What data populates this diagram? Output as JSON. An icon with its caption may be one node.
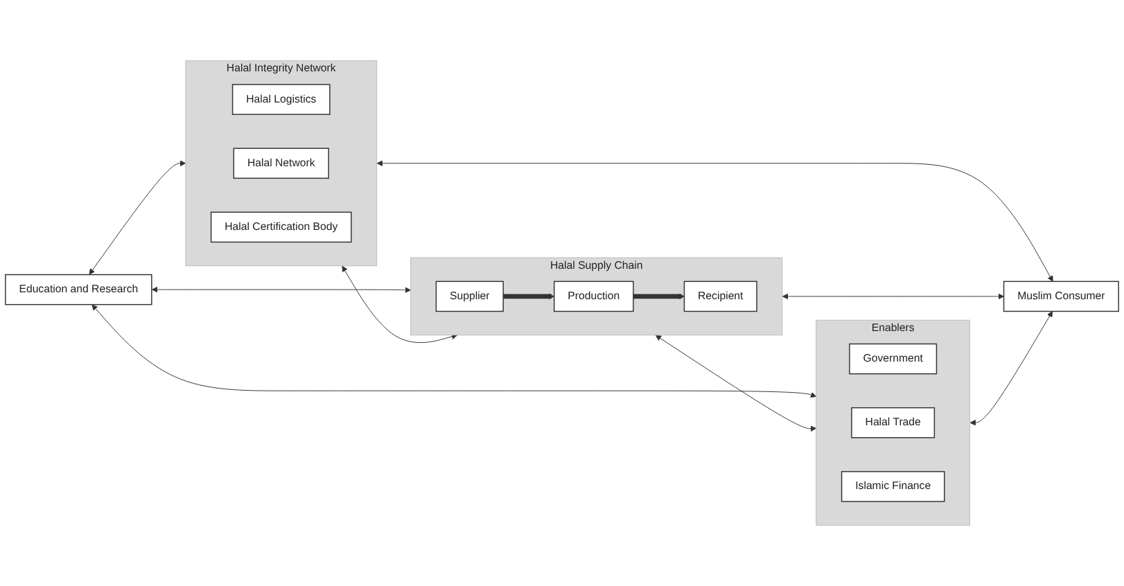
{
  "diagram": {
    "nodes": [
      {
        "text": [
          "Education and Research"
        ]
      },
      {
        "text": [
          "Halal Integrity Network"
        ]
      },
      {
        "text": [
          "Halal Logistics"
        ],
        "in": 1
      },
      {
        "text": [
          "Halal Network"
        ],
        "in": 1
      },
      {
        "text": [
          "Halal Certification Body"
        ],
        "in": 1
      },
      {
        "text": [
          "Halal Supply Chain"
        ]
      },
      {
        "text": [
          "Supplier"
        ],
        "in": 5
      },
      {
        "text": [
          "Production"
        ],
        "in": 5
      },
      {
        "text": [
          "Recipient"
        ],
        "in": 5
      },
      {
        "text": [
          "Enablers"
        ]
      },
      {
        "text": [
          "Government"
        ],
        "in": 9
      },
      {
        "text": [
          "Halal Trade"
        ],
        "in": 9
      },
      {
        "text": [
          "Islamic Finance"
        ],
        "in": 9
      },
      {
        "text": [
          "Muslim Consumer"
        ]
      }
    ],
    "edges": [
      {
        "from": 0,
        "to": 1,
        "arrow": "both"
      },
      {
        "from": 0,
        "to": 5,
        "arrow": "both"
      },
      {
        "from": 0,
        "to": 9,
        "arrow": "both"
      },
      {
        "from": 1,
        "to": 5,
        "arrow": "both"
      },
      {
        "from": 5,
        "to": 9,
        "arrow": "both"
      },
      {
        "from": 6,
        "to": 7,
        "arrow": "to",
        "style": "thick"
      },
      {
        "from": 7,
        "to": 8,
        "arrow": "to",
        "style": "thick"
      },
      {
        "from": 1,
        "to": 13,
        "arrow": "both"
      },
      {
        "from": 5,
        "to": 13,
        "arrow": "both"
      },
      {
        "from": 9,
        "to": 13,
        "arrow": "both"
      }
    ]
  }
}
